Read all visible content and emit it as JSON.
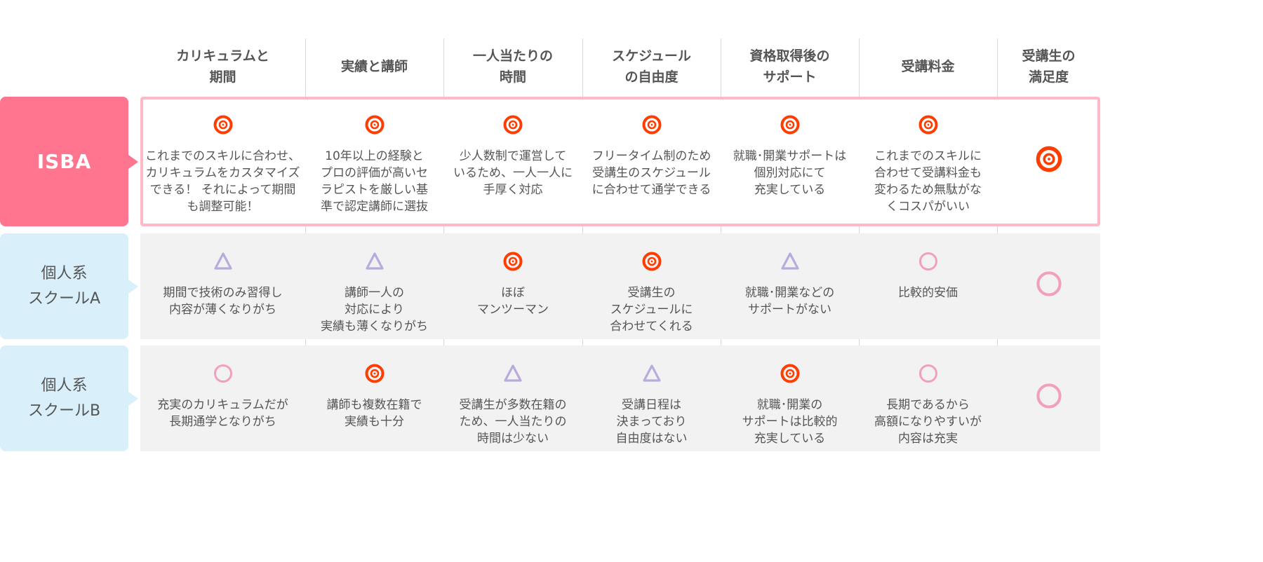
{
  "colors": {
    "accent": "#ff7590",
    "double": "#ff3d00",
    "circle": "#f2a0b9",
    "triangle": "#b9acdc",
    "blue": "#d9effa"
  },
  "headers": [
    {
      "lines": [
        "カリキュラムと",
        "期間"
      ]
    },
    {
      "lines": [
        "実績と講師"
      ]
    },
    {
      "lines": [
        "一人当たりの",
        "時間"
      ]
    },
    {
      "lines": [
        "スケジュール",
        "の自由度"
      ]
    },
    {
      "lines": [
        "資格取得後の",
        "サポート"
      ]
    },
    {
      "lines": [
        "受講料金"
      ]
    },
    {
      "lines": [
        "受講生の",
        "満足度"
      ]
    }
  ],
  "rows": [
    {
      "label": [
        "ISBA"
      ],
      "type": "isba",
      "cells": [
        {
          "mark": "double",
          "lines": [
            "これまでのスキルに合わせ、",
            "カリキュラムをカスタマイズ",
            "できる！ それによって期間",
            "も調整可能！"
          ]
        },
        {
          "mark": "double",
          "lines": [
            "10年以上の経験と",
            "プロの評価が高いセ",
            "ラピストを厳しい基",
            "準で認定講師に選抜"
          ]
        },
        {
          "mark": "double",
          "lines": [
            "少人数制で運営して",
            "いるため、一人一人に",
            "手厚く対応"
          ]
        },
        {
          "mark": "double",
          "lines": [
            "フリータイム制のため",
            "受講生のスケジュール",
            "に合わせて通学できる"
          ]
        },
        {
          "mark": "double",
          "lines": [
            "就職･開業サポートは",
            "個別対応にて",
            "充実している"
          ]
        },
        {
          "mark": "double",
          "lines": [
            "これまでのスキルに",
            "合わせて受講料金も",
            "変わるため無駄がな",
            "くコスパがいい"
          ]
        },
        {
          "mark": "double",
          "lines": []
        }
      ]
    },
    {
      "label": [
        "個人系",
        "スクールA"
      ],
      "type": "other",
      "cells": [
        {
          "mark": "triangle",
          "lines": [
            "期間で技術のみ習得し",
            "内容が薄くなりがち"
          ]
        },
        {
          "mark": "triangle",
          "lines": [
            "講師一人の",
            "対応により",
            "実績も薄くなりがち"
          ]
        },
        {
          "mark": "double",
          "lines": [
            "ほぼ",
            "マンツーマン"
          ]
        },
        {
          "mark": "double",
          "lines": [
            "受講生の",
            "スケジュールに",
            "合わせてくれる"
          ]
        },
        {
          "mark": "triangle",
          "lines": [
            "就職･開業などの",
            "サポートがない"
          ]
        },
        {
          "mark": "circle",
          "lines": [
            "比較的安価"
          ]
        },
        {
          "mark": "circle",
          "lines": []
        }
      ]
    },
    {
      "label": [
        "個人系",
        "スクールB"
      ],
      "type": "other",
      "cells": [
        {
          "mark": "circle",
          "lines": [
            "充実のカリキュラムだが",
            "長期通学となりがち"
          ]
        },
        {
          "mark": "double",
          "lines": [
            "講師も複数在籍で",
            "実績も十分"
          ]
        },
        {
          "mark": "triangle",
          "lines": [
            "受講生が多数在籍の",
            "ため、一人当たりの",
            "時間は少ない"
          ]
        },
        {
          "mark": "triangle",
          "lines": [
            "受講日程は",
            "決まっており",
            "自由度はない"
          ]
        },
        {
          "mark": "double",
          "lines": [
            "就職･開業の",
            "サポートは比較的",
            "充実している"
          ]
        },
        {
          "mark": "circle",
          "lines": [
            "長期であるから",
            "高額になりやすいが",
            "内容は充実"
          ]
        },
        {
          "mark": "circle",
          "lines": []
        }
      ]
    }
  ]
}
